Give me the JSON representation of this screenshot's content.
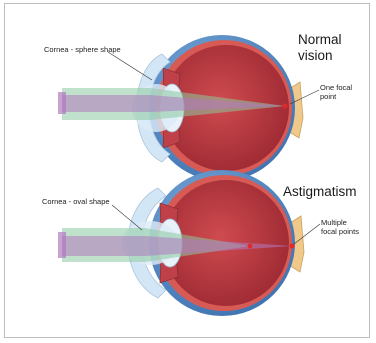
{
  "panels": {
    "normal": {
      "cornea_label": "Cornea - sphere shape",
      "title_line1": "Normal",
      "title_line2": "vision",
      "focal_line1": "One focal",
      "focal_line2": "point"
    },
    "astigmatism": {
      "cornea_label": "Cornea - oval shape",
      "title": "Astigmatism",
      "focal_line1": "Multiple",
      "focal_line2": "focal points"
    }
  },
  "colors": {
    "sclera": "#5c8fc8",
    "choroid": "#c94a4a",
    "vitreous": "#b5343c",
    "cornea": "#d3e6f5",
    "lens": "#e8f1f8",
    "optic_nerve": "#f0c98a",
    "beam_green": "#8cc9a0",
    "beam_purple": "#b07abf",
    "focal_point": "#e02a2a"
  }
}
